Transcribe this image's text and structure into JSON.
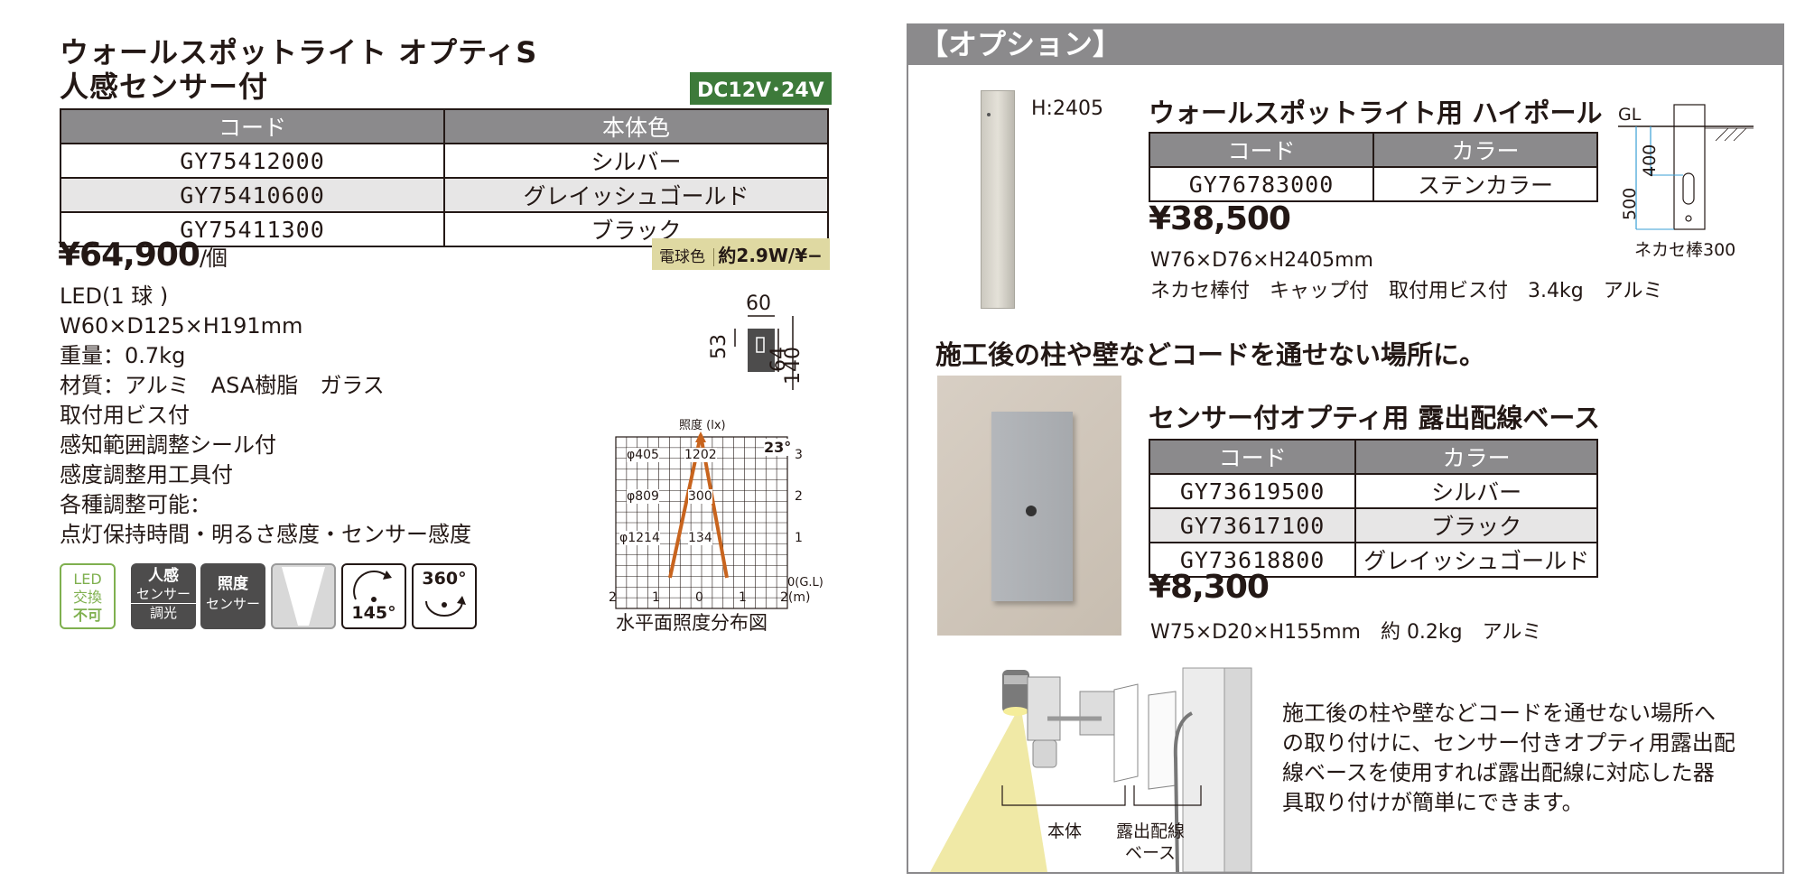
{
  "product": {
    "title_line1": "ウォールスポットライト オプティS",
    "title_line2": "人感センサー付",
    "voltage_badge": "DC12V･24V",
    "table_headers": [
      "コード",
      "本体色"
    ],
    "rows": [
      {
        "code": "GY75412000",
        "color": "シルバー"
      },
      {
        "code": "GY75410600",
        "color": "グレイッシュゴールド"
      },
      {
        "code": "GY75411300",
        "color": "ブラック"
      }
    ],
    "price": "¥64,900",
    "price_unit": "/個",
    "power_label": "電球色",
    "power_value": "約2.9W/¥−",
    "specs": [
      "LED(1 球 )",
      "W60×D125×H191mm",
      "重量：0.7kg",
      "材質：アルミ　ASA樹脂　ガラス",
      "取付用ビス付",
      "感知範囲調整シール付",
      "感度調整用工具付",
      "各種調整可能：",
      "点灯保持時間・明るさ感度・センサー感度"
    ],
    "icons": {
      "led": [
        "LED",
        "交換",
        "不可"
      ],
      "sensor": [
        "人感",
        "センサー",
        "調光"
      ],
      "illum": [
        "照度",
        "センサー"
      ],
      "angle": "145°",
      "rotate": "360°"
    },
    "dims": {
      "w": "60",
      "h1": "53",
      "h2": "64",
      "h3": "140"
    },
    "chart": {
      "top_label": "照度 (lx)",
      "beam_angle": "23°",
      "diam_labels": [
        "φ405",
        "φ809",
        "φ1214"
      ],
      "lux_labels": [
        "1202",
        "300",
        "134"
      ],
      "right_ticks": [
        "3",
        "2",
        "1",
        "0(G.L)"
      ],
      "bottom_ticks": [
        "2",
        "1",
        "0",
        "1",
        "2(m)"
      ],
      "caption": "水平面照度分布図"
    }
  },
  "options": {
    "header": "【オプション】",
    "pole": {
      "height_label": "H:2405",
      "title": "ウォールスポットライト用 ハイポール",
      "table_headers": [
        "コード",
        "カラー"
      ],
      "rows": [
        {
          "code": "GY76783000",
          "color": "ステンカラー"
        }
      ],
      "price": "¥38,500",
      "size": "W76×D76×H2405mm",
      "details": "ネカセ棒付　キャップ付　取付用ビス付　3.4kg　アルミ",
      "diagram": {
        "gl": "GL",
        "d400": "400",
        "d500": "500",
        "note": "ネカセ棒300"
      }
    },
    "section_heading": "施工後の柱や壁などコードを通せない場所に。",
    "base": {
      "title": "センサー付オプティ用 露出配線ベース",
      "table_headers": [
        "コード",
        "カラー"
      ],
      "rows": [
        {
          "code": "GY73619500",
          "color": "シルバー"
        },
        {
          "code": "GY73617100",
          "color": "ブラック"
        },
        {
          "code": "GY73618800",
          "color": "グレイッシュゴールド"
        }
      ],
      "price": "¥8,300",
      "size": "W75×D20×H155mm　約 0.2kg　アルミ"
    },
    "install": {
      "label_body": "本体",
      "label_base_1": "露出配線",
      "label_base_2": "ベース",
      "desc": [
        "施工後の柱や壁などコードを通せない場所へ",
        "の取り付けに、センサー付きオプティ用露出配",
        "線ベースを使用すれば露出配線に対応した器",
        "具取り付けが簡単にできます。"
      ]
    }
  }
}
